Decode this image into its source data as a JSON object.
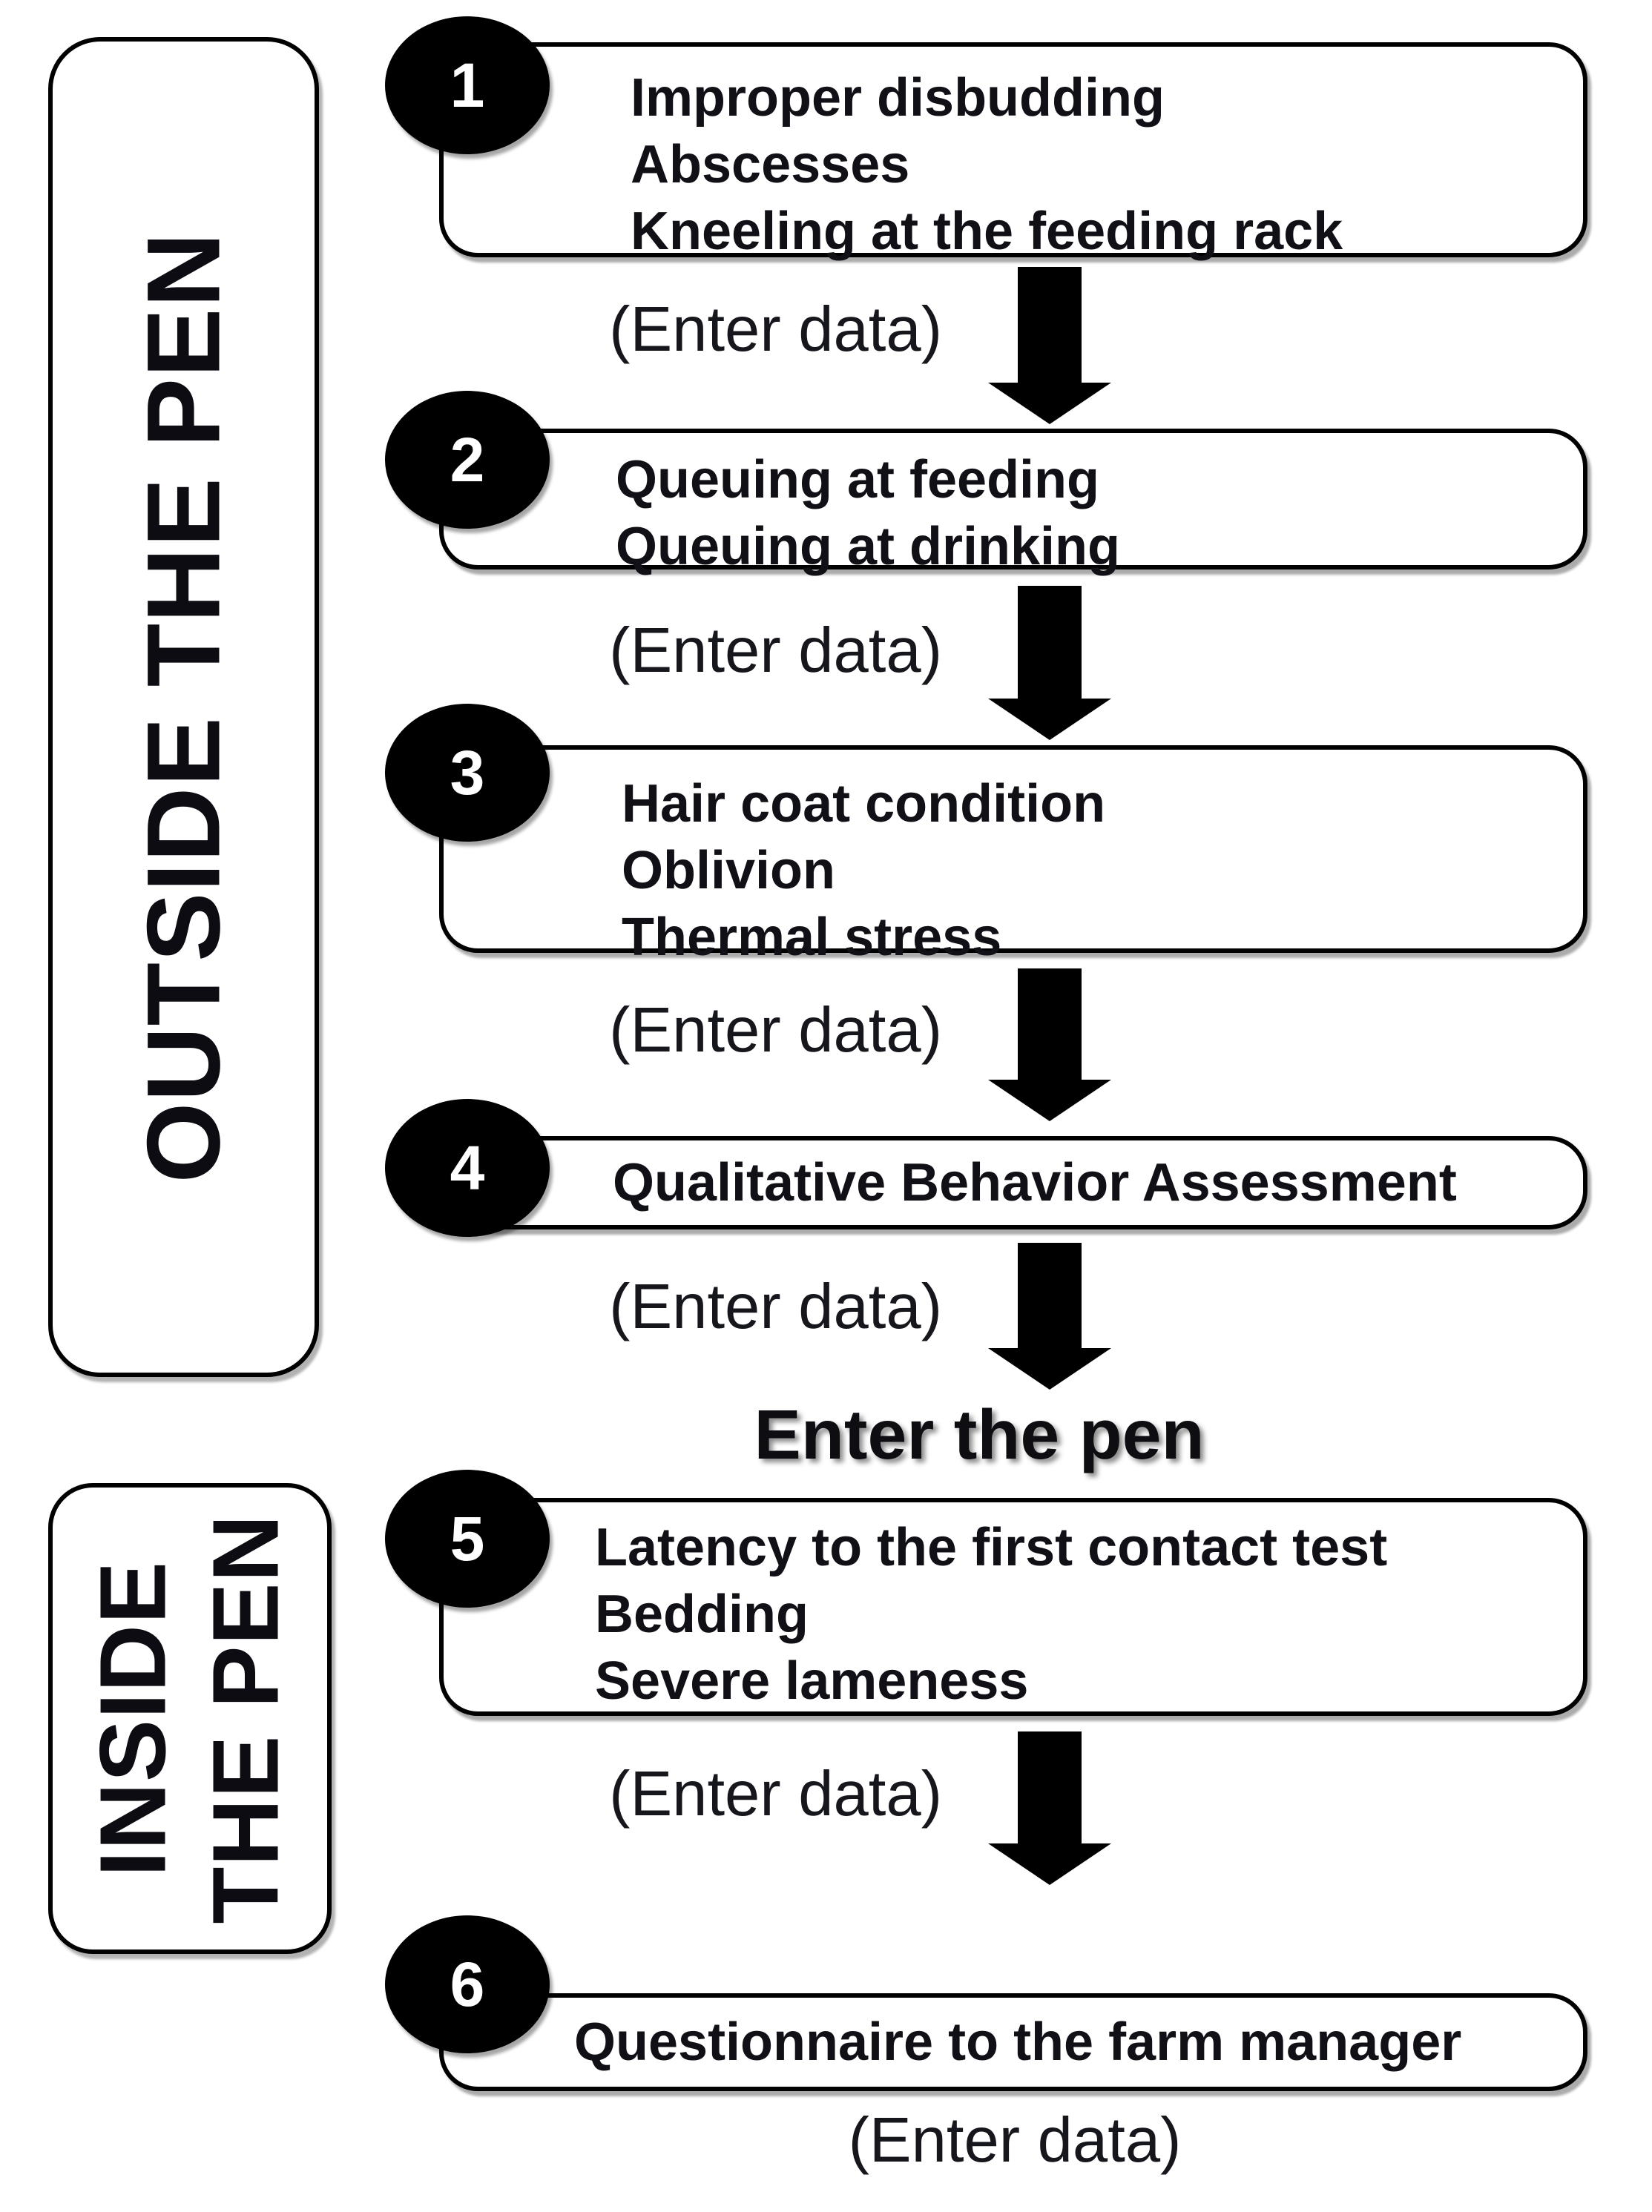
{
  "sections": {
    "outside": {
      "label": "OUTSIDE THE PEN"
    },
    "inside": {
      "label": "INSIDE\nTHE PEN",
      "line1": "INSIDE",
      "line2": "THE PEN"
    }
  },
  "flow": {
    "connector_label": "(Enter data)",
    "milestone": "Enter the pen",
    "final_label": "(Enter data)",
    "steps": [
      {
        "number": "1",
        "items": [
          "Improper disbudding",
          "Abscesses",
          "Kneeling at the feeding rack"
        ]
      },
      {
        "number": "2",
        "items": [
          "Queuing at feeding",
          "Queuing at drinking"
        ]
      },
      {
        "number": "3",
        "items": [
          "Hair coat condition",
          "Oblivion",
          "Thermal stress"
        ]
      },
      {
        "number": "4",
        "items": [
          "Qualitative Behavior Assessment"
        ]
      },
      {
        "number": "5",
        "items": [
          "Latency to the first contact test",
          "Bedding",
          "Severe lameness"
        ]
      },
      {
        "number": "6",
        "items": [
          "Questionnaire to the farm manager"
        ]
      }
    ]
  },
  "colors": {
    "ink": "#000000",
    "paper": "#ffffff"
  }
}
